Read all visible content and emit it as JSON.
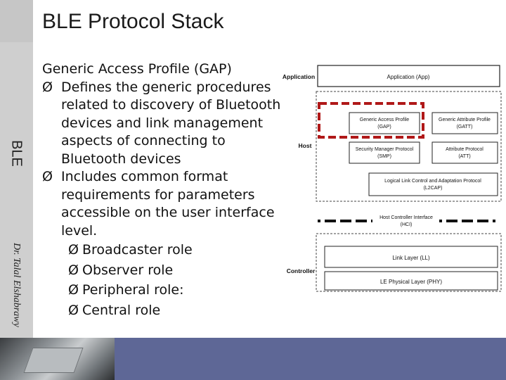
{
  "slide": {
    "title": "BLE Protocol Stack",
    "side_label": "BLE",
    "author": "Dr. Talal Elshabrawy"
  },
  "content": {
    "heading": "Generic Access Profile (GAP)",
    "bullet_glyph": "Ø",
    "bullets": [
      "Defines the generic procedures related to discovery of Bluetooth devices and link management aspects of connecting to Bluetooth devices",
      "Includes common format requirements for parameters accessible on the user interface level."
    ],
    "roles": [
      "Broadcaster role",
      "Observer role",
      "Peripheral role:",
      "Central role"
    ]
  },
  "diagram": {
    "layers": {
      "application": "Application",
      "host": "Host",
      "controller": "Controller"
    },
    "blocks": {
      "app": "Application (App)",
      "gap": [
        "Generic Access Profile",
        "(GAP)"
      ],
      "gatt": [
        "Generic Attribute Profile",
        "(GATT)"
      ],
      "smp": [
        "Security Manager Protocol",
        "(SMP)"
      ],
      "att": [
        "Attribute Protocol",
        "(ATT)"
      ],
      "l2cap": [
        "Logical Link Control and Adaptation Protocol",
        "(L2CAP)"
      ],
      "hci": [
        "Host Controller Interface",
        "(HCI)"
      ],
      "ll": "Link Layer (LL)",
      "phy": "LE Physical Layer (PHY)"
    },
    "highlight_color": "#b01818"
  }
}
